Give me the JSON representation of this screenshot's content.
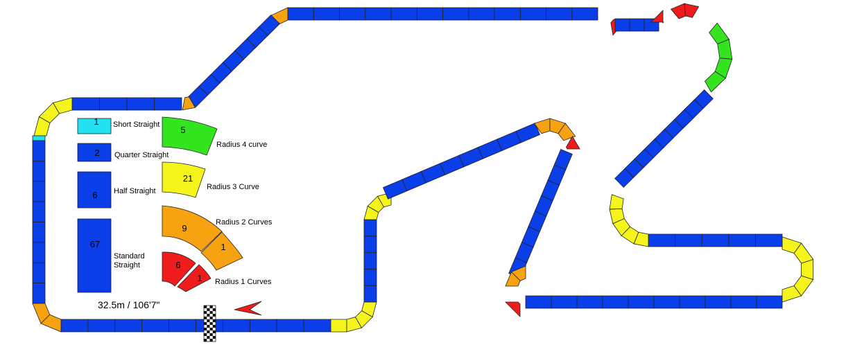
{
  "colors": {
    "straight": "#0a3ee8",
    "short_straight": "#22e1f0",
    "radius1": "#ee1c1c",
    "radius2": "#f7a311",
    "radius3": "#f5f51b",
    "radius4": "#33e41f",
    "outline": "#222222"
  },
  "legend": {
    "short_straight": {
      "count": "1",
      "label": "Short Straight"
    },
    "quarter_straight": {
      "count": "2",
      "label": "Quarter Straight"
    },
    "half_straight": {
      "count": "6",
      "label": "Half Straight"
    },
    "standard_straight": {
      "count": "67",
      "label_line1": "Standard",
      "label_line2": "Straight"
    },
    "radius4": {
      "count": "5",
      "label": "Radius 4 curve"
    },
    "radius3": {
      "count": "21",
      "label": "Radius 3 Curve"
    },
    "radius2": {
      "count_a": "9",
      "count_b": "1",
      "label": "Radius 2 Curves"
    },
    "radius1": {
      "count_a": "6",
      "count_b": "1",
      "label": "Radius 1 Curves"
    }
  },
  "track_length": "32.5m / 106'7\"",
  "icons": [
    "start-finish-flag-icon",
    "direction-arrow-icon"
  ]
}
